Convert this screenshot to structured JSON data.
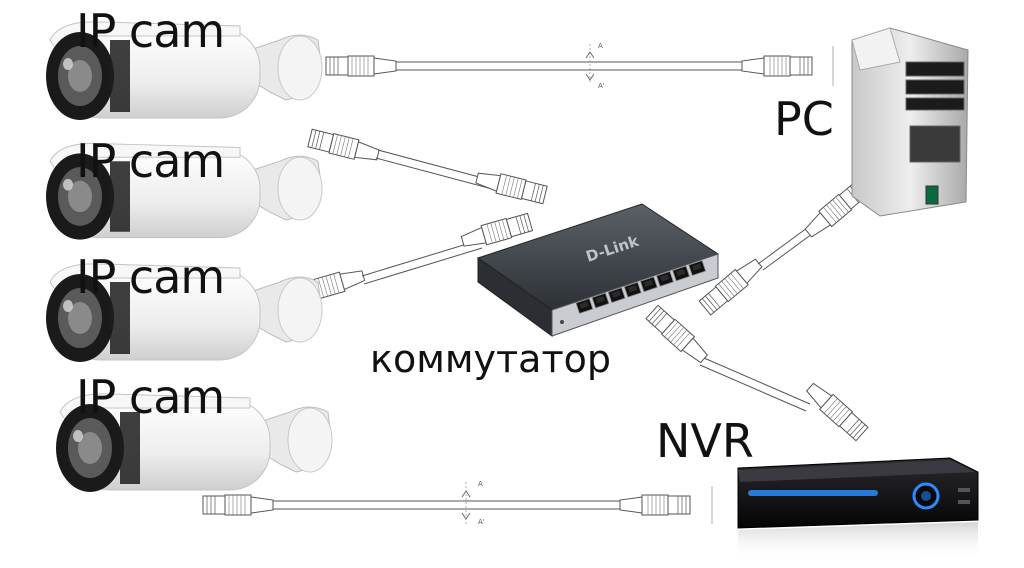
{
  "cameras": [
    {
      "label": "IP cam"
    },
    {
      "label": "IP cam"
    },
    {
      "label": "IP cam"
    },
    {
      "label": "IP cam"
    }
  ],
  "pc": {
    "label": "PC"
  },
  "switch": {
    "label": "коммутатор",
    "brand": "D-Link"
  },
  "nvr": {
    "label": "NVR"
  },
  "cable_marks": {
    "a": "A",
    "a_prime": "A'"
  },
  "colors": {
    "camera_body": "#f2f2f2",
    "camera_lens": "#1a1a1a",
    "switch_body": "#3a3f45",
    "pc_body": "#d9d9d9",
    "nvr_body": "#0d0d0f",
    "nvr_accent": "#2a8cff",
    "cable": "#555555"
  }
}
